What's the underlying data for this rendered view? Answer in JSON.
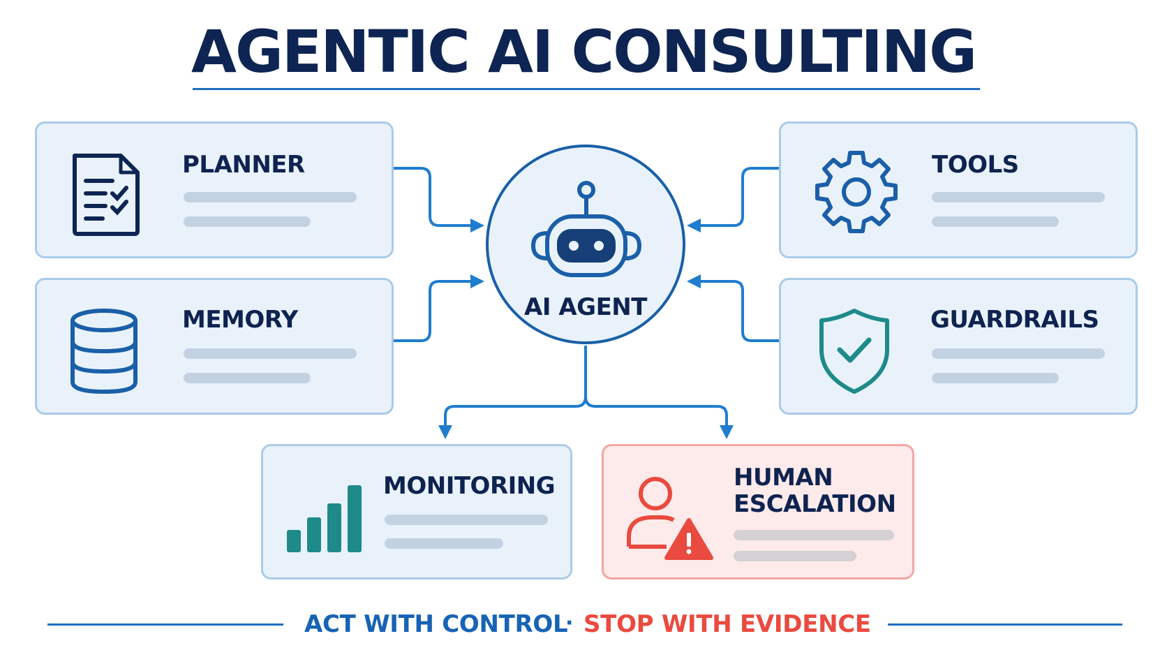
{
  "title": "AGENTIC AI CONSULTING",
  "center": {
    "label": "AI AGENT",
    "icon": "robot-icon"
  },
  "modules": [
    {
      "id": "planner",
      "label": "PLANNER",
      "icon": "checklist-document-icon"
    },
    {
      "id": "memory",
      "label": "MEMORY",
      "icon": "database-icon"
    },
    {
      "id": "tools",
      "label": "TOOLS",
      "icon": "gear-icon"
    },
    {
      "id": "guardrails",
      "label": "GUARDRAILS",
      "icon": "shield-check-icon"
    },
    {
      "id": "monitoring",
      "label": "MONITORING",
      "icon": "bar-chart-icon"
    },
    {
      "id": "human_escalation",
      "label_lines": [
        "HUMAN",
        "ESCALATION"
      ],
      "icon": "person-warning-icon"
    }
  ],
  "footer": {
    "left": "ACT WITH CONTROL",
    "separator": "·",
    "right": "STOP WITH EVIDENCE"
  },
  "colors": {
    "navy": "#0e2452",
    "accent_blue": "#1f6fc0",
    "card_fill": "#e9f2fb",
    "card_border": "#a9cbe8",
    "teal": "#1e8a8a",
    "alert_red": "#ea4a3f",
    "alert_fill": "#fdeaea"
  }
}
